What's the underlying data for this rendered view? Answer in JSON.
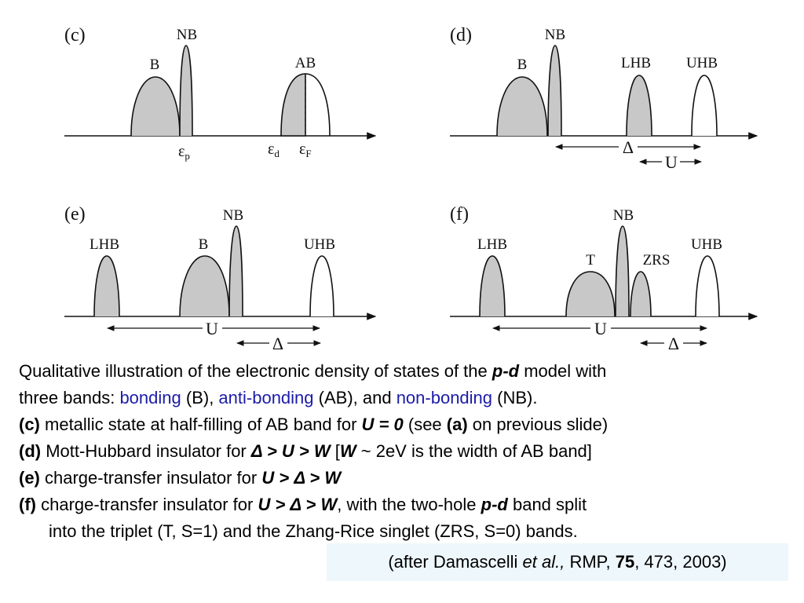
{
  "panels": {
    "c": {
      "label": "(c)",
      "bands": {
        "B": "B",
        "NB": "NB",
        "AB": "AB"
      },
      "energies": {
        "p_main": "ε",
        "p_sub": "p",
        "d_main": "ε",
        "d_sub": "d",
        "F_main": "ε",
        "F_sub": "F"
      }
    },
    "d": {
      "label": "(d)",
      "bands": {
        "B": "B",
        "NB": "NB",
        "LHB": "LHB",
        "UHB": "UHB"
      },
      "gaps": {
        "delta": "Δ",
        "U": "U"
      }
    },
    "e": {
      "label": "(e)",
      "bands": {
        "LHB": "LHB",
        "B": "B",
        "NB": "NB",
        "UHB": "UHB"
      },
      "gaps": {
        "U": "U",
        "delta": "Δ"
      }
    },
    "f": {
      "label": "(f)",
      "bands": {
        "LHB": "LHB",
        "T": "T",
        "NB": "NB",
        "ZRS": "ZRS",
        "UHB": "UHB"
      },
      "gaps": {
        "U": "U",
        "delta": "Δ"
      }
    }
  },
  "caption": {
    "intro_1": "Qualitative illustration of the electronic density of states of the ",
    "model": "p-d",
    "intro_2": " model with",
    "bands_1": "three bands: ",
    "bonding": "bonding",
    "bonding_abbr": " (B), ",
    "anti_bonding": "anti-bonding",
    "anti_bonding_abbr": " (AB), and ",
    "non_bonding": "non-bonding",
    "non_bonding_abbr": " (NB).",
    "c_label": "(c)",
    "c_text": " metallic state at half-filling of AB band for  ",
    "c_cond": "U = 0",
    "c_see": " (see ",
    "c_ref": "(a)",
    "c_end": " on previous slide)",
    "d_label": "(d)",
    "d_text": " Mott-Hubbard insulator for ",
    "d_cond": "Δ > U > W",
    "d_bracket": " [",
    "d_w": "W",
    "d_end": " ~ 2eV is the width of AB band]",
    "e_label": "(e)",
    "e_text": " charge-transfer insulator for ",
    "e_cond": "U > Δ > W",
    "f_label": "(f)",
    "f_text": " charge-transfer insulator for ",
    "f_cond": "U > Δ > W",
    "f_mid": ", with the two-hole ",
    "f_model": "p-d",
    "f_end": " band split",
    "f_line2": "into the triplet (T, S=1) and the Zhang-Rice singlet (ZRS, S=0) bands."
  },
  "citation": {
    "before": "(after Damascelli ",
    "etal": "et al.,",
    "journal": " RMP, ",
    "volume": "75",
    "rest": ", 473, 2003)"
  }
}
